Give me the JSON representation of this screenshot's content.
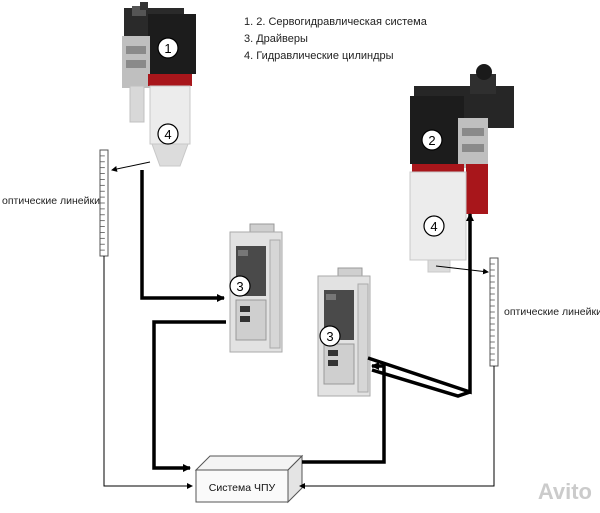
{
  "legend": {
    "items": [
      "1. 2. Сервогидравлическая система",
      "3. Драйверы",
      "4. Гидравлические цилиндры"
    ]
  },
  "units": {
    "servo1_label": "1",
    "servo2_label": "2",
    "cylinder1_label": "4",
    "cylinder2_label": "4",
    "driver1_label": "3",
    "driver2_label": "3"
  },
  "labels": {
    "optical_left": "оптические линейки",
    "optical_right": "оптические линейки",
    "cnc_system": "Система ЧПУ"
  },
  "watermark": {
    "text": "Avito"
  },
  "colors": {
    "servo_body": "#1c1c1c",
    "servo_red": "#a8161b",
    "cylinder": "#ececec",
    "driver_body": "#e2e2e2",
    "driver_panel": "#4a4a4a",
    "line": "#000000"
  }
}
